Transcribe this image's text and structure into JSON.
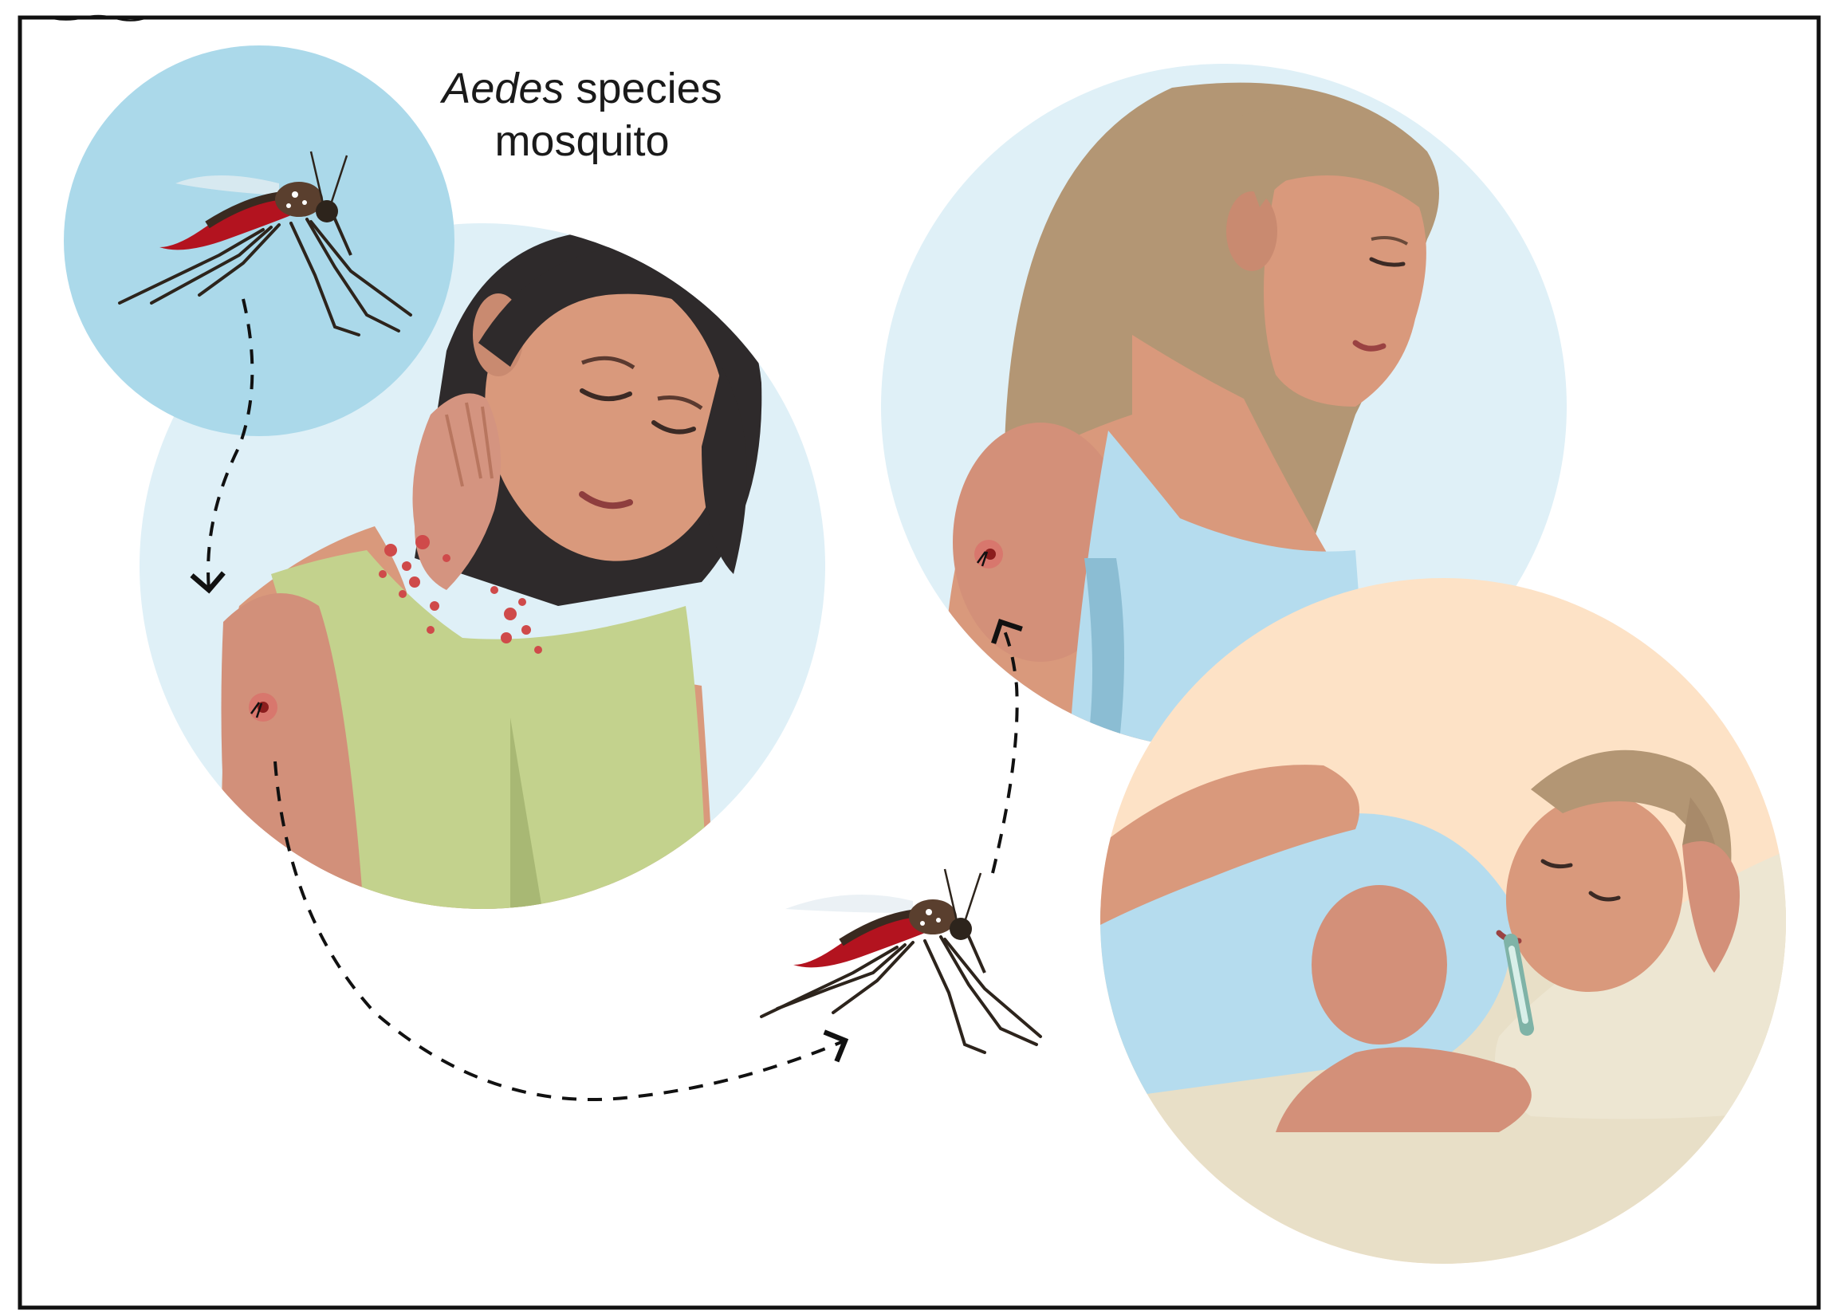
{
  "caption": {
    "genus": "Aedes",
    "rest_line1": " species",
    "line2": "mosquito"
  },
  "colors": {
    "light_blue_circle": "#dff0f7",
    "mosquito_circle": "#abd9ea",
    "peach_circle": "#fde2c6",
    "skin": "#d9997c",
    "skin_shadow": "#c2806a",
    "green_top": "#c3d28d",
    "blue_top": "#b5dcee",
    "dark_hair": "#2e2a2b",
    "blonde_hair": "#b39674",
    "mosquito_body": "#5a3f2e",
    "mosquito_abdomen": "#b3131f",
    "rash": "#cf4a4a",
    "pillow": "#ebe3cd",
    "border": "#111111"
  },
  "icons": {
    "mosquito": "mosquito-icon",
    "arrow": "dashed-arrow",
    "thermometer": "thermometer-icon"
  }
}
